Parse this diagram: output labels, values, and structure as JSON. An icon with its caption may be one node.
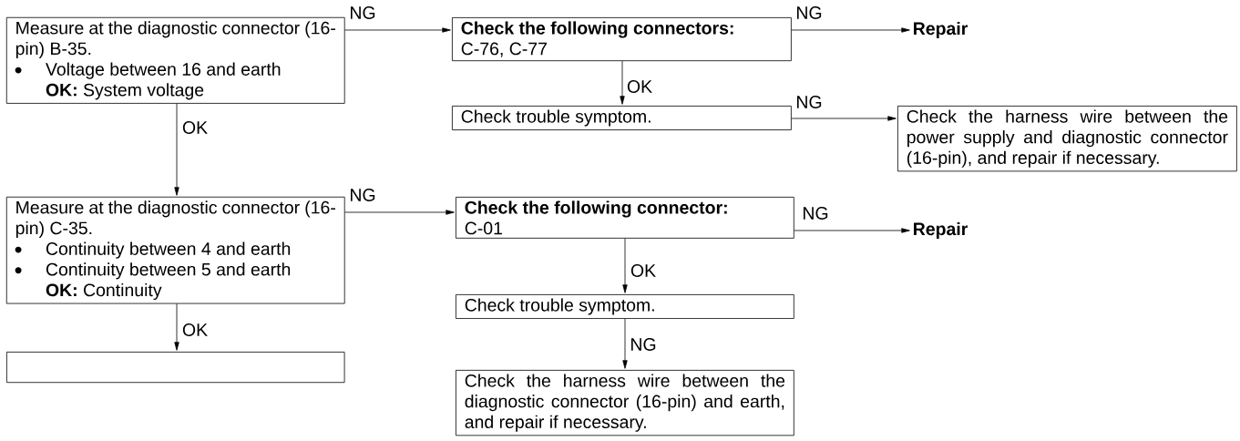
{
  "diagram": {
    "nodes": [
      {
        "text": [
          "Measure at the diagnostic connector (16-pin) B-35.",
          "Voltage between 16 and earth",
          "**OK:** System voltage"
        ]
      },
      {
        "text": [
          "Check the following connectors:",
          "C-76, C-77"
        ]
      },
      {
        "text": [
          "Repair"
        ]
      },
      {
        "text": [
          "Check trouble symptom."
        ]
      },
      {
        "text": [
          "Check the harness wire between the power supply and diagnostic connector (16-pin), and repair if necessary."
        ]
      },
      {
        "text": [
          "Measure at the diagnostic connector (16-pin) C-35.",
          "Continuity between 4 and earth",
          "Continuity between 5 and earth",
          "**OK:** Continuity"
        ]
      },
      {
        "text": [
          "Check the following connector:",
          "C-01"
        ]
      },
      {
        "text": [
          "Repair"
        ]
      },
      {
        "text": [
          "Check trouble symptom."
        ]
      },
      {
        "text": [
          "Check the harness wire between the diagnostic connector (16-pin) and earth, and repair if necessary."
        ]
      },
      {
        "text": [],
        "shape": "box"
      }
    ],
    "edges": [
      {
        "from": 0,
        "to": 1,
        "arrow": "to",
        "label": "NG"
      },
      {
        "from": 1,
        "to": 2,
        "arrow": "to",
        "label": "NG"
      },
      {
        "from": 1,
        "to": 3,
        "arrow": "to",
        "label": "OK"
      },
      {
        "from": 3,
        "to": 4,
        "arrow": "to",
        "label": "NG"
      },
      {
        "from": 0,
        "to": 5,
        "arrow": "to",
        "label": "OK"
      },
      {
        "from": 5,
        "to": 6,
        "arrow": "to",
        "label": "NG"
      },
      {
        "from": 6,
        "to": 7,
        "arrow": "to",
        "label": "NG"
      },
      {
        "from": 6,
        "to": 8,
        "arrow": "to",
        "label": "OK"
      },
      {
        "from": 8,
        "to": 9,
        "arrow": "to",
        "label": "NG"
      },
      {
        "from": 5,
        "to": 10,
        "arrow": "to",
        "label": "OK"
      }
    ]
  }
}
